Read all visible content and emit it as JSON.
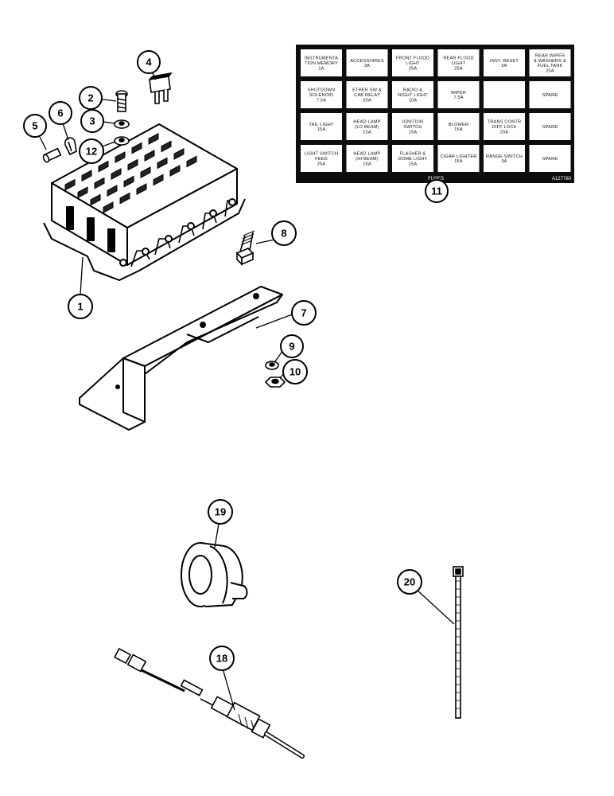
{
  "fuse_chart": {
    "rows": [
      [
        "INSTRUMENTA|TION MEMORY|1A",
        "ACCESSORIES|3A",
        "FRONT FLOOD|LIGHT|25A",
        "REAR FLOOD|LIGHT|25A",
        "INST. RESET|5A",
        "REAR WIPER|& WASHERS &|FUEL TANK|20A"
      ],
      [
        "SHUTDOWN|SOLENOID|7.5A",
        "ETHER SW &|CAB RELAY|20A",
        "RADIO &|NIGHT LIGHT|10A",
        "WIPER|7.5A",
        "",
        "SPARE"
      ],
      [
        "TAIL LIGHT|15A",
        "HEAD LAMP|(LO BEAM)|15A",
        "IGNITION|SWITCH|15A",
        "BLOWER|15A",
        "TRANS CONTR|DIFF LOCK|20A",
        "SPARE"
      ],
      [
        "LIGHT SWITCH|FEED|25A",
        "HEAD LAMP|(HI BEAM)|15A",
        "FLASHER &|DOME LIGHT|15A",
        "CIGAR LIGHTER|15A",
        "RANGE SWITCH|3A",
        "SPARE"
      ]
    ],
    "footer_label": "FUSES",
    "ref_code": "A127780"
  },
  "callouts": {
    "c1": "1",
    "c2": "2",
    "c3": "3",
    "c4": "4",
    "c5": "5",
    "c6": "6",
    "c7": "7",
    "c8": "8",
    "c9": "9",
    "c10": "10",
    "c11": "11",
    "c12": "12",
    "c18": "18",
    "c19": "19",
    "c20": "20"
  }
}
